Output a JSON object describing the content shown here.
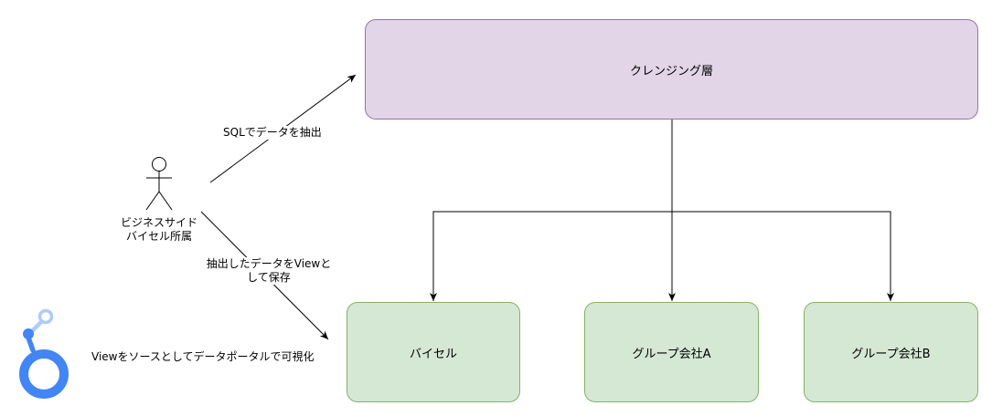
{
  "nodes": {
    "cleansing": "クレンジング層",
    "baisel": "バイセル",
    "group_a": "グループ会社A",
    "group_b": "グループ会社B"
  },
  "actor": {
    "line1": "ビジネスサイド",
    "line2": "バイセル所属"
  },
  "edges": {
    "sql_extract": "SQLでデータを抽出",
    "save_view_line1": "抽出したデータをViewと",
    "save_view_line2": "して保存"
  },
  "annotation": "Viewをソースとしてデータポータルで可視化",
  "icons": {
    "actor": "stick-figure-icon",
    "logo": "looker-studio-logo"
  },
  "colors": {
    "purple_fill": "#e1d5e7",
    "purple_stroke": "#9673a6",
    "green_fill": "#d5e8d4",
    "green_stroke": "#82b366",
    "logo_blue": "#4285f4",
    "logo_light": "#aecbfa"
  }
}
